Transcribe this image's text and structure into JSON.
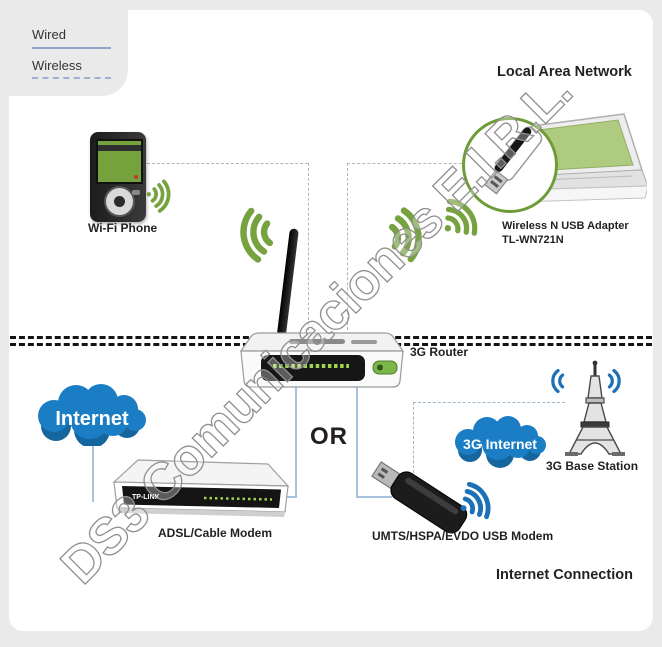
{
  "legend": {
    "wired_label": "Wired",
    "wireless_label": "Wireless"
  },
  "sections": {
    "lan_label": "Local Area Network",
    "internet_connection_label": "Internet Connection"
  },
  "devices": {
    "wifi_phone": {
      "label": "Wi-Fi Phone"
    },
    "usb_adapter": {
      "label_line1": "Wireless N USB Adapter",
      "label_line2": "TL-WN721N"
    },
    "router": {
      "label": "3G Router"
    },
    "adsl_modem": {
      "label": "ADSL/Cable Modem",
      "brand": "TP-LINK"
    },
    "usb_modem": {
      "label": "UMTS/HSPA/EVDO USB Modem"
    },
    "base_station": {
      "label": "3G Base Station"
    }
  },
  "clouds": {
    "internet_label": "Internet",
    "three_g_internet_label": "3G Internet"
  },
  "connector": {
    "or_label": "OR"
  },
  "watermark": {
    "text": "DS3 Comunicaciones E.I.R.L."
  },
  "colors": {
    "frame_gray": "#eaeaea",
    "wifi_green": "#76a240",
    "wifi_blue": "#1c70b7",
    "cloud_blue": "#1b7ec4",
    "line_blue": "#a6c2de",
    "dashed_gray": "#b5b5b5",
    "legend_line_blue": "#8ea7ca",
    "led_green": "#9fd64f",
    "label_dark": "#231f20"
  }
}
